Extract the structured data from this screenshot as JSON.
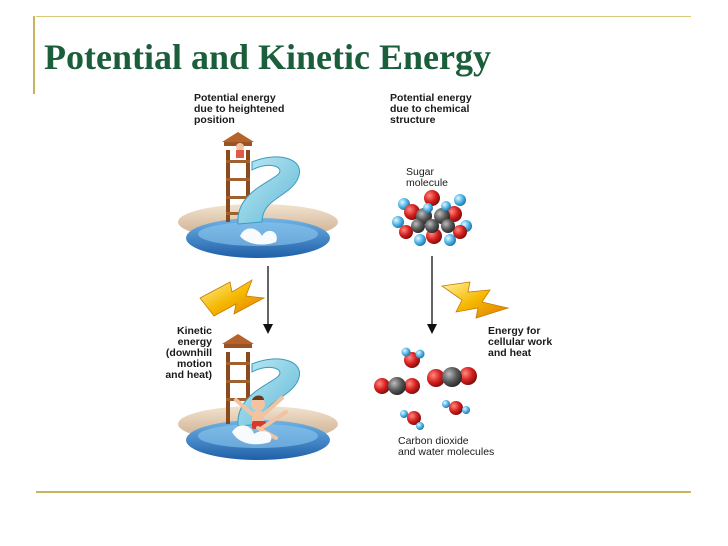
{
  "slide": {
    "title": "Potential and Kinetic Energy"
  },
  "diagram": {
    "labels": {
      "pe_position": "Potential energy\ndue to heightened\nposition",
      "pe_chemical": "Potential energy\ndue to chemical\nstructure",
      "sugar": "Sugar\nmolecule",
      "kinetic": "Kinetic\nenergy\n(downhill\nmotion\nand heat)",
      "cellular": "Energy for\ncellular work\nand heat",
      "products": "Carbon dioxide\nand water molecules"
    },
    "icons": {
      "slide": "water-slide-icon",
      "slider": "person-on-slide-icon",
      "energy_flash": "energy-flash-icon",
      "arrow": "down-arrow-icon"
    },
    "colors": {
      "title": "#1b5e3b",
      "rule": "#c8b45a",
      "water": "#3f8fd0",
      "slide": "#7fd0e6",
      "tower": "#8a4a1e",
      "flash": "#f2b705",
      "oxygen": "#d7201f",
      "carbon": "#555555",
      "hydrogen": "#4fb6e8"
    }
  }
}
